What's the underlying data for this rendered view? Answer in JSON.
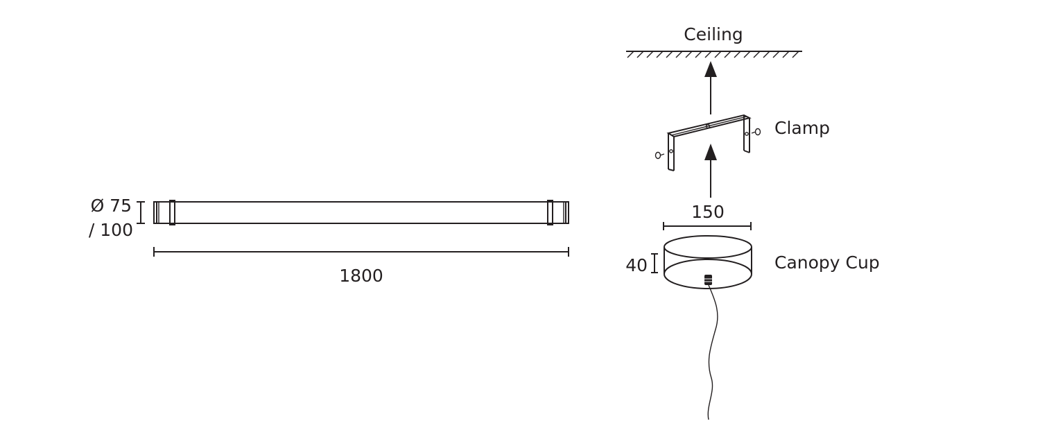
{
  "labels": {
    "diameter_line1": "Ø 75",
    "diameter_line2": "/ 100",
    "length": "1800",
    "ceiling": "Ceiling",
    "clamp": "Clamp",
    "canopy_width": "150",
    "canopy_height": "40",
    "canopy_cup": "Canopy Cup"
  },
  "colors": {
    "ink": "#231f20",
    "background": "#ffffff"
  }
}
